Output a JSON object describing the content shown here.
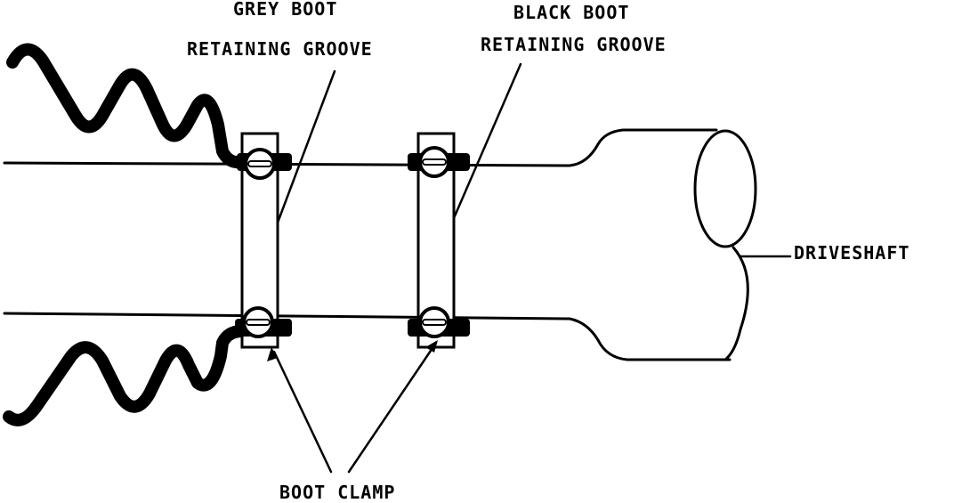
{
  "labels": {
    "grey_boot_line1": "GREY BOOT",
    "grey_boot_line2": "RETAINING GROOVE",
    "black_boot_line1": "BLACK BOOT",
    "black_boot_line2": "RETAINING GROOVE",
    "driveshaft": "DRIVESHAFT",
    "boot_clamp": "BOOT CLAMP"
  },
  "colors": {
    "ink": "#000000",
    "paper": "#ffffff"
  }
}
